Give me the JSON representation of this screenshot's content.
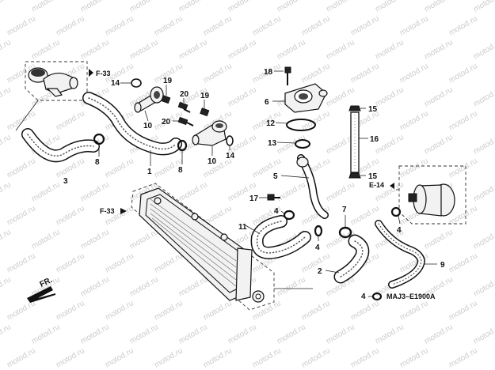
{
  "watermark": "motod.ru",
  "part_numbers": {
    "p1": "1",
    "p2": "2",
    "p3": "3",
    "p4a": "4",
    "p4b": "4",
    "p4c": "4",
    "p4d": "4",
    "p5": "5",
    "p6": "6",
    "p7": "7",
    "p8a": "8",
    "p8b": "8",
    "p9": "9",
    "p10a": "10",
    "p10b": "10",
    "p11": "11",
    "p12": "12",
    "p13": "13",
    "p14a": "14",
    "p14b": "14",
    "p15a": "15",
    "p15b": "15",
    "p16": "16",
    "p17": "17",
    "p18": "18",
    "p19a": "19",
    "p19b": "19",
    "p20a": "20",
    "p20b": "20"
  },
  "references": {
    "f33_top": "F-33",
    "f33_left": "F-33",
    "e14": "E-14"
  },
  "direction_label": "FR.",
  "diagram_code": "MAJ3–E1900A",
  "icons": [
    "arrow-left-icon",
    "arrow-right-icon",
    "front-direction-arrow-icon"
  ]
}
